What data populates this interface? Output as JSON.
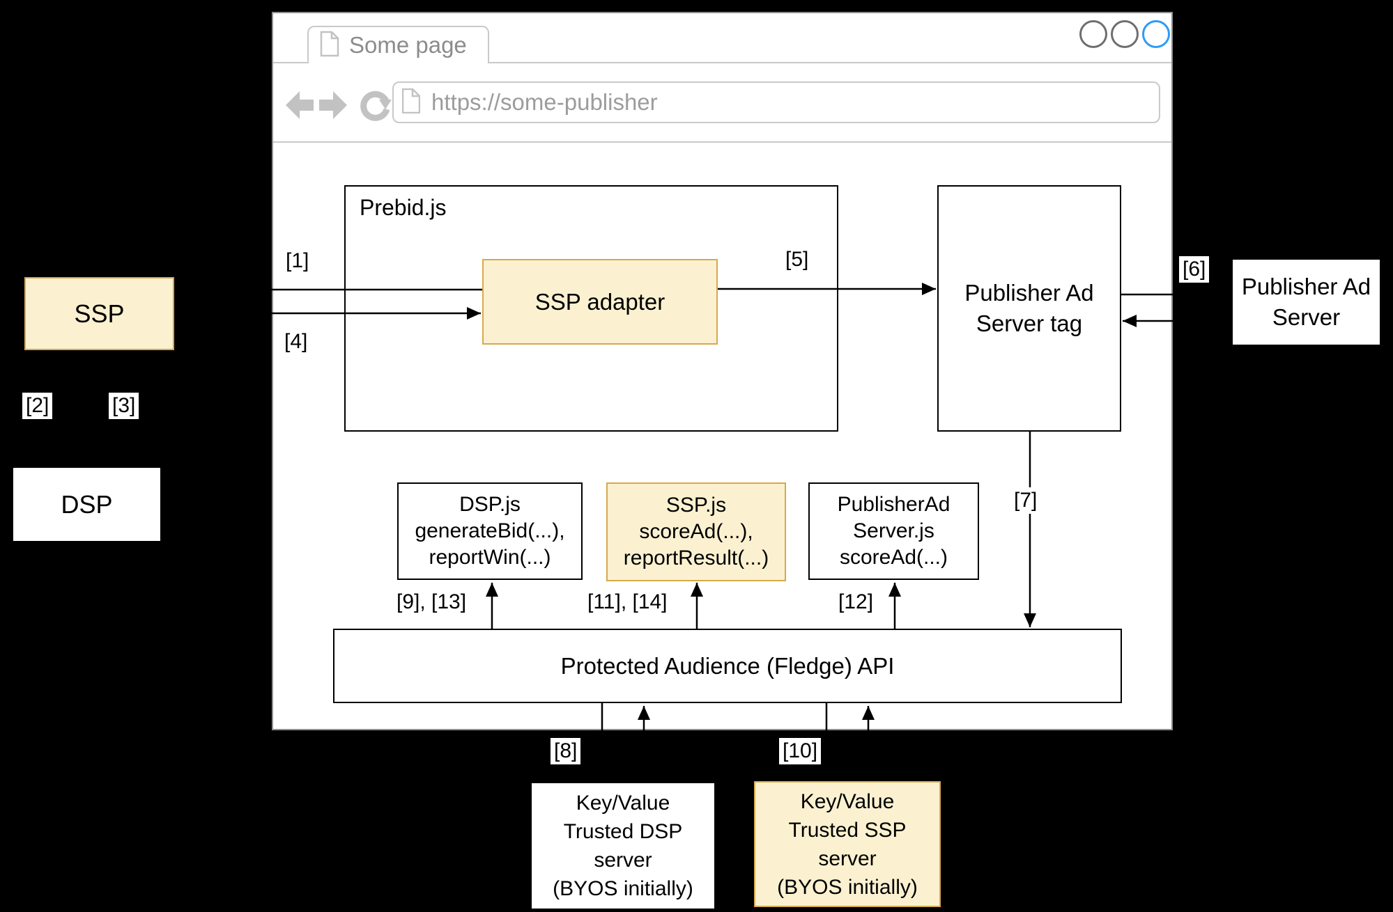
{
  "browser": {
    "tab_title": "Some page",
    "url": "https://some-publisher"
  },
  "diagram": {
    "ssp": {
      "label": "SSP"
    },
    "dsp": {
      "label": "DSP"
    },
    "prebid": {
      "label": "Prebid.js"
    },
    "ssp_adapter": {
      "label": "SSP adapter"
    },
    "pub_ad_server_tag": {
      "lines": [
        "Publisher Ad",
        "Server tag"
      ]
    },
    "pub_ad_server": {
      "lines": [
        "Publisher Ad",
        "Server"
      ]
    },
    "dsp_js": {
      "lines": [
        "DSP.js",
        "generateBid(...),",
        "reportWin(...)"
      ]
    },
    "ssp_js": {
      "lines": [
        "SSP.js",
        "scoreAd(...),",
        "reportResult(...)"
      ]
    },
    "publisher_ad_server_js": {
      "lines": [
        "PublisherAd",
        "Server.js",
        "scoreAd(...)"
      ]
    },
    "fledge_api": {
      "label": "Protected Audience (Fledge) API"
    },
    "kv_dsp": {
      "lines": [
        "Key/Value",
        "Trusted DSP",
        "server",
        "(BYOS initially)"
      ]
    },
    "kv_ssp": {
      "lines": [
        "Key/Value",
        "Trusted SSP",
        "server",
        "(BYOS initially)"
      ]
    },
    "steps": {
      "s1": "[1]",
      "s2": "[2]",
      "s3": "[3]",
      "s4": "[4]",
      "s5": "[5]",
      "s6": "[6]",
      "s7": "[7]",
      "s8": "[8]",
      "s9_13": "[9], [13]",
      "s10": "[10]",
      "s11_14": "[11], [14]",
      "s12": "[12]"
    }
  },
  "colors": {
    "highlight_fill": "#FBF1D0",
    "highlight_border": "#D6A94E",
    "active_window_control_blue": "#2D9BF7",
    "window_control_gray": "#6E6E6E",
    "connector_color": "#000000",
    "chrome_gray": "#C9C9C9"
  }
}
